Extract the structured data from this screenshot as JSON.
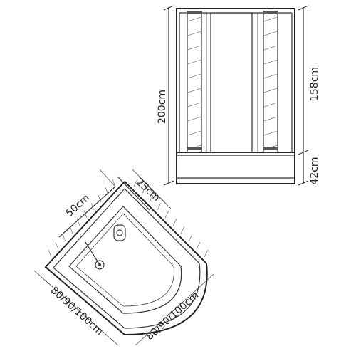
{
  "front_view": {
    "total_height_label": "200cm",
    "upper_height_label": "158cm",
    "base_height_label": "42cm"
  },
  "top_view": {
    "depth_label": "50cm",
    "offset_label": "25cm",
    "side_left_label": "80/90/100cm",
    "side_right_label": "80/90/100cm"
  }
}
